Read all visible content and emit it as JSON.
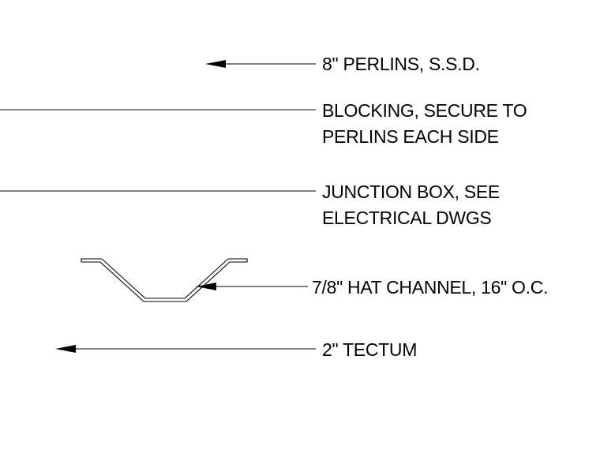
{
  "callouts": [
    {
      "id": "perlins",
      "lines": [
        "8\" PERLINS, S.S.D."
      ]
    },
    {
      "id": "blocking",
      "lines": [
        "BLOCKING, SECURE TO",
        "PERLINS EACH SIDE"
      ]
    },
    {
      "id": "junction-box",
      "lines": [
        "JUNCTION BOX, SEE",
        "ELECTRICAL DWGS"
      ]
    },
    {
      "id": "hat-channel",
      "lines": [
        "7/8\" HAT CHANNEL, 16\" O.C."
      ]
    },
    {
      "id": "tectum",
      "lines": [
        "2\" TECTUM"
      ]
    }
  ],
  "colors": {
    "ink": "#000000",
    "background": "#ffffff"
  }
}
